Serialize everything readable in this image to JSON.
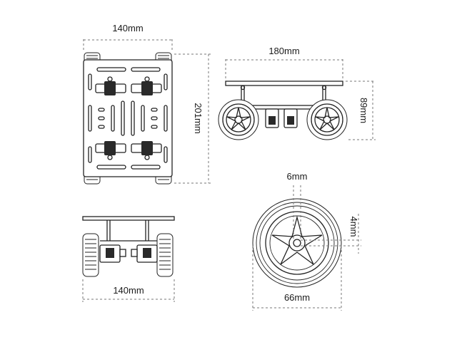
{
  "dimensions": {
    "top_view_width": "140mm",
    "top_view_length": "201mm",
    "side_view_length": "180mm",
    "side_view_height": "89mm",
    "front_view_width": "140mm",
    "wheel_diameter": "66mm",
    "wheel_bore": "6mm",
    "wheel_flat": "4mm"
  },
  "colors": {
    "line": "#222222",
    "dimension_line": "#777777",
    "background": "#ffffff"
  }
}
